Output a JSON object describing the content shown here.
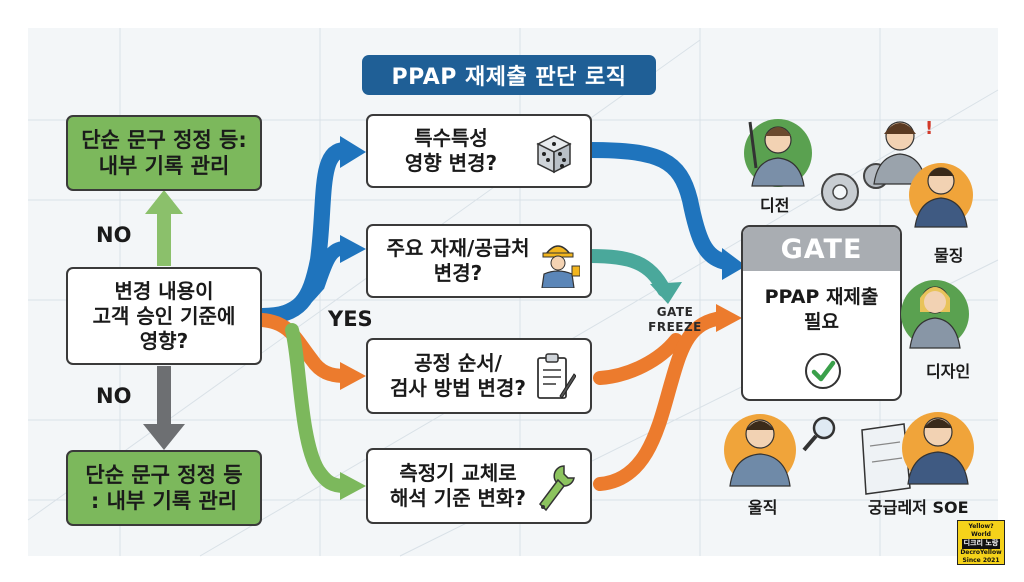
{
  "title": "PPAP 재제출 판단 로직",
  "start_box": {
    "line1": "변경 내용이",
    "line2": "고객 승인 기준에",
    "line3": "영향?"
  },
  "top_box": {
    "line1": "단순 문구 정정 등:",
    "line2": "내부 기록 관리"
  },
  "bottom_box": {
    "line1": "단순 문구 정정 등",
    "line2": ": 내부 기록 관리"
  },
  "no_top": "NO",
  "no_bottom": "NO",
  "yes": "YES",
  "questions": [
    {
      "line1": "특수특성",
      "line2": "영향 변경?",
      "icon": "dice-icon"
    },
    {
      "line1": "주요 자재/공급처",
      "line2": "변경?",
      "icon": "worker-icon"
    },
    {
      "line1": "공정 순서/",
      "line2": "검사 방법 변경?",
      "icon": "clipboard-icon"
    },
    {
      "line1": "측정기 교체로",
      "line2": "해석 기준 변화?",
      "icon": "wrench-icon"
    }
  ],
  "gate_freeze": {
    "line1": "GATE",
    "line2": "FREEZE"
  },
  "gate": {
    "header": "GATE",
    "line1": "PPAP 재제출",
    "line2": "필요",
    "icon": "check-icon"
  },
  "people": {
    "p1": "디전",
    "p2": "물징",
    "p3": "디자인",
    "p4": "울직",
    "p5": "궁급레저 SOE"
  },
  "logo": {
    "line1": "Yellow? World",
    "mid": "디크리 노랑",
    "line3": "DecroYellow",
    "line4": "Since 2021"
  },
  "colors": {
    "title_bg": "#1f5f96",
    "green": "#7cb85c",
    "blue": "#1f74bd",
    "orange": "#ec7b2d",
    "teal": "#4aa89b",
    "gray": "#6d6f72"
  }
}
